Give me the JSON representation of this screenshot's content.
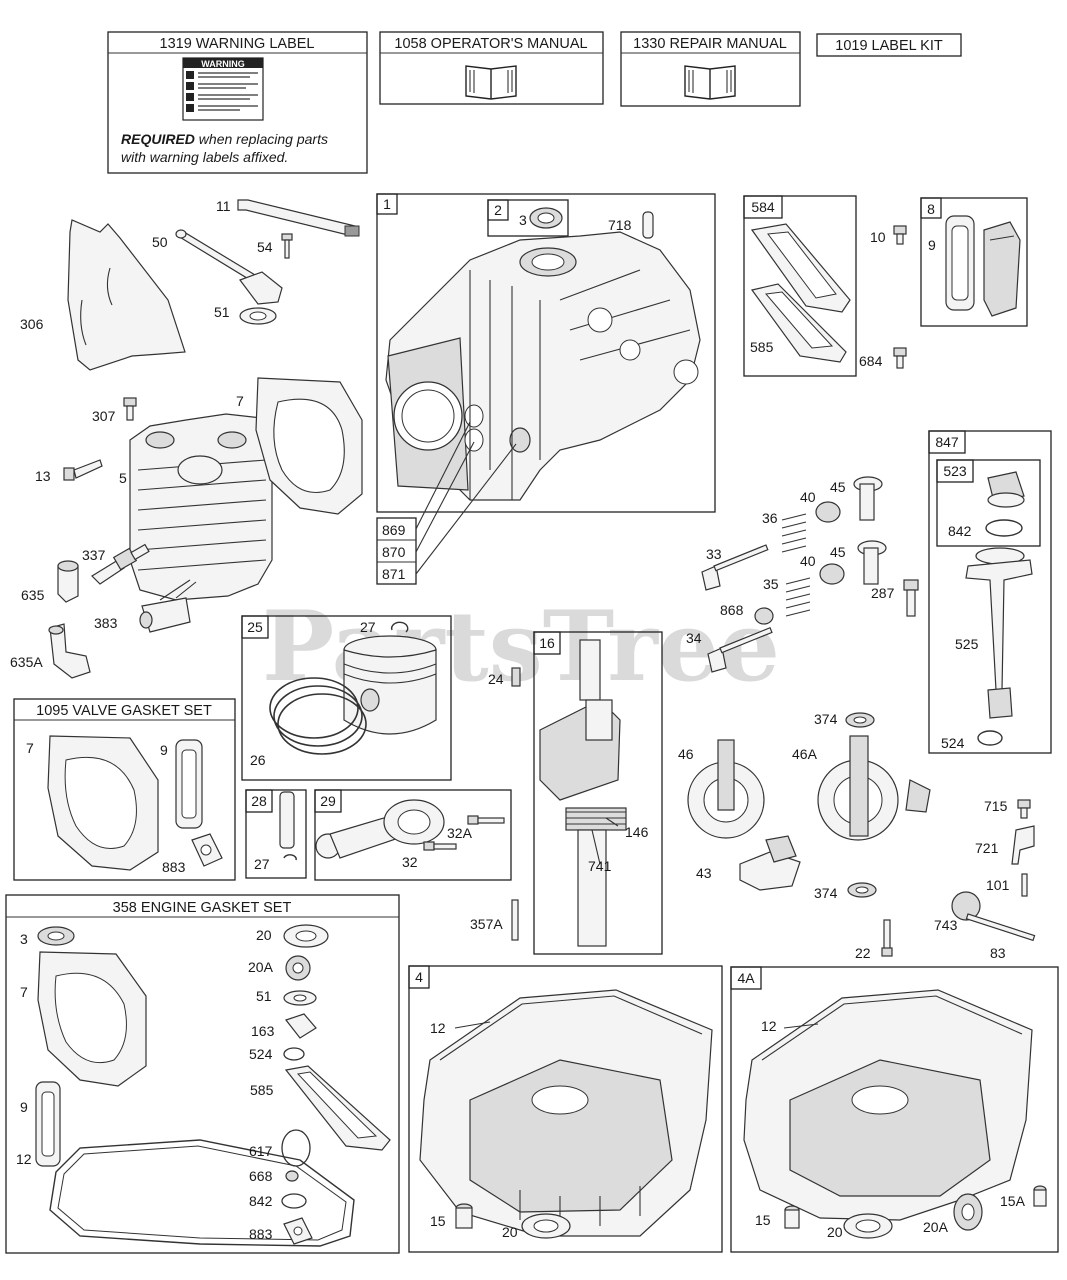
{
  "watermark": "PartsTree",
  "kits": {
    "warning_label": "1319 WARNING LABEL",
    "warning_sticker_title": "WARNING",
    "required_bold": "REQUIRED",
    "required_line1_rest": " when replacing parts",
    "required_line2": "with warning labels affixed.",
    "operators_manual": "1058 OPERATOR'S MANUAL",
    "repair_manual": "1330 REPAIR MANUAL",
    "label_kit": "1019 LABEL KIT",
    "valve_gasket_set": "1095 VALVE GASKET SET",
    "engine_gasket_set": "358 ENGINE GASKET SET"
  },
  "box_numbers": {
    "cylinder": "1",
    "seal_box": "2",
    "gasket_584": "584",
    "cover_8": "8",
    "dipstick_847": "847",
    "cap_523": "523",
    "piston_25": "25",
    "crank_16": "16",
    "pin_28": "28",
    "rod_29": "29",
    "sump_4": "4",
    "sump_4a": "4A"
  },
  "callouts": {
    "c1": "11",
    "c2": "50",
    "c3": "54",
    "c4": "51",
    "c5": "306",
    "c6": "307",
    "c7": "7",
    "c8": "13",
    "c9": "5",
    "c10": "337",
    "c11": "635",
    "c12": "383",
    "c13": "635A",
    "c14": "3",
    "c15": "718",
    "c16": "869",
    "c17": "870",
    "c18": "871",
    "c19": "585",
    "c20": "10",
    "c21": "9",
    "c22": "684",
    "c23": "45",
    "c24": "40",
    "c25": "36",
    "c26": "33",
    "c27": "40",
    "c28": "45",
    "c29": "35",
    "c30": "287",
    "c31": "868",
    "c32": "34",
    "c33": "842",
    "c34": "525",
    "c35": "524",
    "c36": "27",
    "c37": "26",
    "c38": "24",
    "c39": "27",
    "c40": "32A",
    "c41": "32",
    "c42": "146",
    "c43": "741",
    "c44": "357A",
    "c45": "374",
    "c46": "46",
    "c47": "46A",
    "c48": "43",
    "c49": "374",
    "c50": "715",
    "c51": "721",
    "c52": "101",
    "c53": "743",
    "c54": "22",
    "c55": "83",
    "c56": "7",
    "c57": "9",
    "c58": "883",
    "c59": "3",
    "c60": "7",
    "c61": "9",
    "c62": "12",
    "c63": "20",
    "c64": "20A",
    "c65": "51",
    "c66": "163",
    "c67": "524",
    "c68": "585",
    "c69": "617",
    "c70": "668",
    "c71": "842",
    "c72": "883",
    "c73": "12",
    "c74": "15",
    "c75": "20",
    "c76": "12",
    "c77": "15",
    "c78": "20",
    "c79": "20A",
    "c80": "15A"
  }
}
